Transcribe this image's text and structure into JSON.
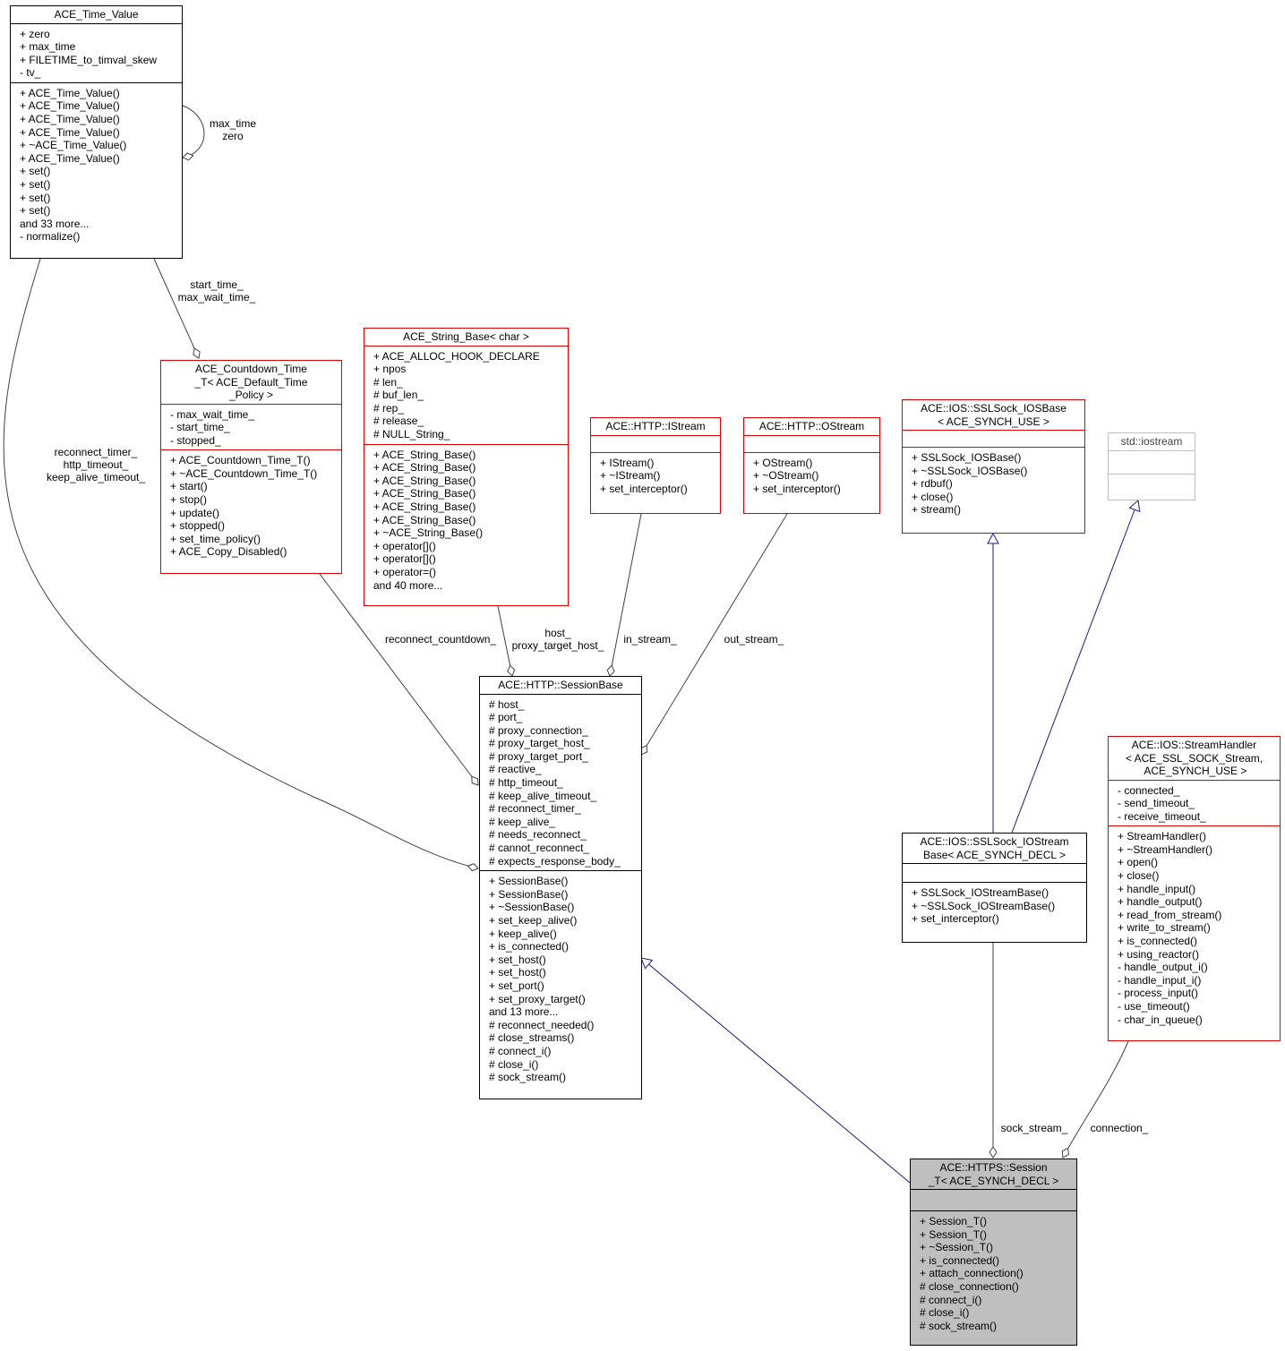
{
  "classes": {
    "time_value": {
      "title": "ACE_Time_Value",
      "attributes": [
        "+ zero",
        "+ max_time",
        "+ FILETIME_to_timval_skew",
        "- tv_"
      ],
      "methods": [
        "+ ACE_Time_Value()",
        "+ ACE_Time_Value()",
        "+ ACE_Time_Value()",
        "+ ACE_Time_Value()",
        "+ ~ACE_Time_Value()",
        "+ ACE_Time_Value()",
        "+ set()",
        "+ set()",
        "+ set()",
        "+ set()",
        "and 33 more...",
        "- normalize()"
      ]
    },
    "countdown": {
      "title": "ACE_Countdown_Time\n_T< ACE_Default_Time\n_Policy >",
      "attributes": [
        "- max_wait_time_",
        "- start_time_",
        "- stopped_"
      ],
      "methods": [
        "+ ACE_Countdown_Time_T()",
        "+ ~ACE_Countdown_Time_T()",
        "+ start()",
        "+ stop()",
        "+ update()",
        "+ stopped()",
        "+ set_time_policy()",
        "+ ACE_Copy_Disabled()"
      ]
    },
    "string_base": {
      "title": "ACE_String_Base< char >",
      "attributes": [
        "+ ACE_ALLOC_HOOK_DECLARE",
        "+ npos",
        "# len_",
        "# buf_len_",
        "# rep_",
        "# release_",
        "# NULL_String_"
      ],
      "methods": [
        "+ ACE_String_Base()",
        "+ ACE_String_Base()",
        "+ ACE_String_Base()",
        "+ ACE_String_Base()",
        "+ ACE_String_Base()",
        "+ ACE_String_Base()",
        "+ ~ACE_String_Base()",
        "+ operator[]()",
        "+ operator[]()",
        "+ operator=()",
        "and 40 more..."
      ]
    },
    "istream": {
      "title": "ACE::HTTP::IStream",
      "attributes": [],
      "methods": [
        "+ IStream()",
        "+ ~IStream()",
        "+ set_interceptor()"
      ]
    },
    "ostream": {
      "title": "ACE::HTTP::OStream",
      "attributes": [],
      "methods": [
        "+ OStream()",
        "+ ~OStream()",
        "+ set_interceptor()"
      ]
    },
    "sslsock_iosbase": {
      "title": "ACE::IOS::SSLSock_IOSBase\n< ACE_SYNCH_USE >",
      "attributes": [],
      "methods": [
        "+ SSLSock_IOSBase()",
        "+ ~SSLSock_IOSBase()",
        "+ rdbuf()",
        "+ close()",
        "+ stream()"
      ]
    },
    "iostream": {
      "title": "std::iostream",
      "attributes": [],
      "methods": []
    },
    "session_base": {
      "title": "ACE::HTTP::SessionBase",
      "attributes": [
        "# host_",
        "# port_",
        "# proxy_connection_",
        "# proxy_target_host_",
        "# proxy_target_port_",
        "# reactive_",
        "# http_timeout_",
        "# keep_alive_timeout_",
        "# reconnect_timer_",
        "# keep_alive_",
        "# needs_reconnect_",
        "# cannot_reconnect_",
        "# expects_response_body_"
      ],
      "methods": [
        "+ SessionBase()",
        "+ SessionBase()",
        "+ ~SessionBase()",
        "+ set_keep_alive()",
        "+ keep_alive()",
        "+ is_connected()",
        "+ set_host()",
        "+ set_host()",
        "+ set_port()",
        "+ set_proxy_target()",
        "and 13 more...",
        "# reconnect_needed()",
        "# close_streams()",
        "# connect_i()",
        "# close_i()",
        "# sock_stream()"
      ]
    },
    "stream_handler": {
      "title": "ACE::IOS::StreamHandler\n< ACE_SSL_SOCK_Stream,\n ACE_SYNCH_USE >",
      "attributes": [
        "- connected_",
        "- send_timeout_",
        "- receive_timeout_"
      ],
      "methods": [
        "+ StreamHandler()",
        "+ ~StreamHandler()",
        "+ open()",
        "+ close()",
        "+ handle_input()",
        "+ handle_output()",
        "+ read_from_stream()",
        "+ write_to_stream()",
        "+ is_connected()",
        "+ using_reactor()",
        "- handle_output_i()",
        "- handle_input_i()",
        "- process_input()",
        "- use_timeout()",
        "- char_in_queue()"
      ]
    },
    "sslsock_iostreambase": {
      "title": "ACE::IOS::SSLSock_IOStream\nBase< ACE_SYNCH_DECL >",
      "attributes": [],
      "methods": [
        "+ SSLSock_IOStreamBase()",
        "+ ~SSLSock_IOStreamBase()",
        "+ set_interceptor()"
      ]
    },
    "https_session": {
      "title": "ACE::HTTPS::Session\n_T< ACE_SYNCH_DECL >",
      "attributes": [],
      "methods": [
        "+ Session_T()",
        "+ Session_T()",
        "+ ~Session_T()",
        "+ is_connected()",
        "+ attach_connection()",
        "# close_connection()",
        "# connect_i()",
        "# close_i()",
        "# sock_stream()"
      ]
    }
  },
  "edge_labels": {
    "time_self": "max_time\nzero",
    "time_countdown": "start_time_\nmax_wait_time_",
    "time_session": "reconnect_timer_\nhttp_timeout_\nkeep_alive_timeout_",
    "countdown_session": "reconnect_countdown_",
    "string_session": "host_\nproxy_target_host_",
    "istream_session": "in_stream_",
    "ostream_session": "out_stream_",
    "sockstream_https": "sock_stream_",
    "connection_https": "connection_"
  },
  "colors": {
    "inheritance_edge": "#1a1a80",
    "usage_edge": "#404040",
    "highlight_fill": "#bfbfbf",
    "red_border": "#e00000",
    "gray_border": "#bfbfbf"
  }
}
